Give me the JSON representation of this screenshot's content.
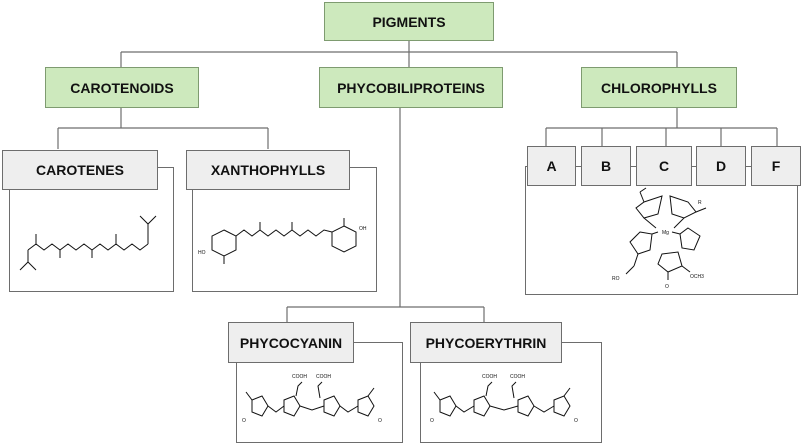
{
  "root": {
    "label": "PIGMENTS"
  },
  "categories": {
    "carotenoids": "CAROTENOIDS",
    "phycobiliproteins": "PHYCOBILIPROTEINS",
    "chlorophylls": "CHLOROPHYLLS"
  },
  "carotenoid_types": {
    "carotenes": "CAROTENES",
    "xanthophylls": "XANTHOPHYLLS"
  },
  "chlorophyll_types": [
    "A",
    "B",
    "C",
    "D",
    "F"
  ],
  "phycobiliprotein_types": {
    "phycocyanin": "PHYCOCYANIN",
    "phycoerythrin": "PHYCOERYTHRIN"
  },
  "structure_labels": {
    "chlorophyll": {
      "mg": "Mg",
      "r": "R",
      "ro": "RO",
      "och3": "OCH3",
      "o": "O"
    },
    "xanthophyll": {
      "oh_left": "HO",
      "oh_right": "OH"
    },
    "phycocyanin": {
      "cooh_1": "COOH",
      "cooh_2": "COOH",
      "o_left": "O",
      "o_right": "O"
    },
    "phycoerythrin": {
      "cooh_1": "COOH",
      "cooh_2": "COOH",
      "o_left": "O",
      "o_right": "O"
    }
  },
  "colors": {
    "category_fill": "#cde9bd",
    "label_fill": "#eeeeee",
    "line": "#6d6d6d"
  }
}
